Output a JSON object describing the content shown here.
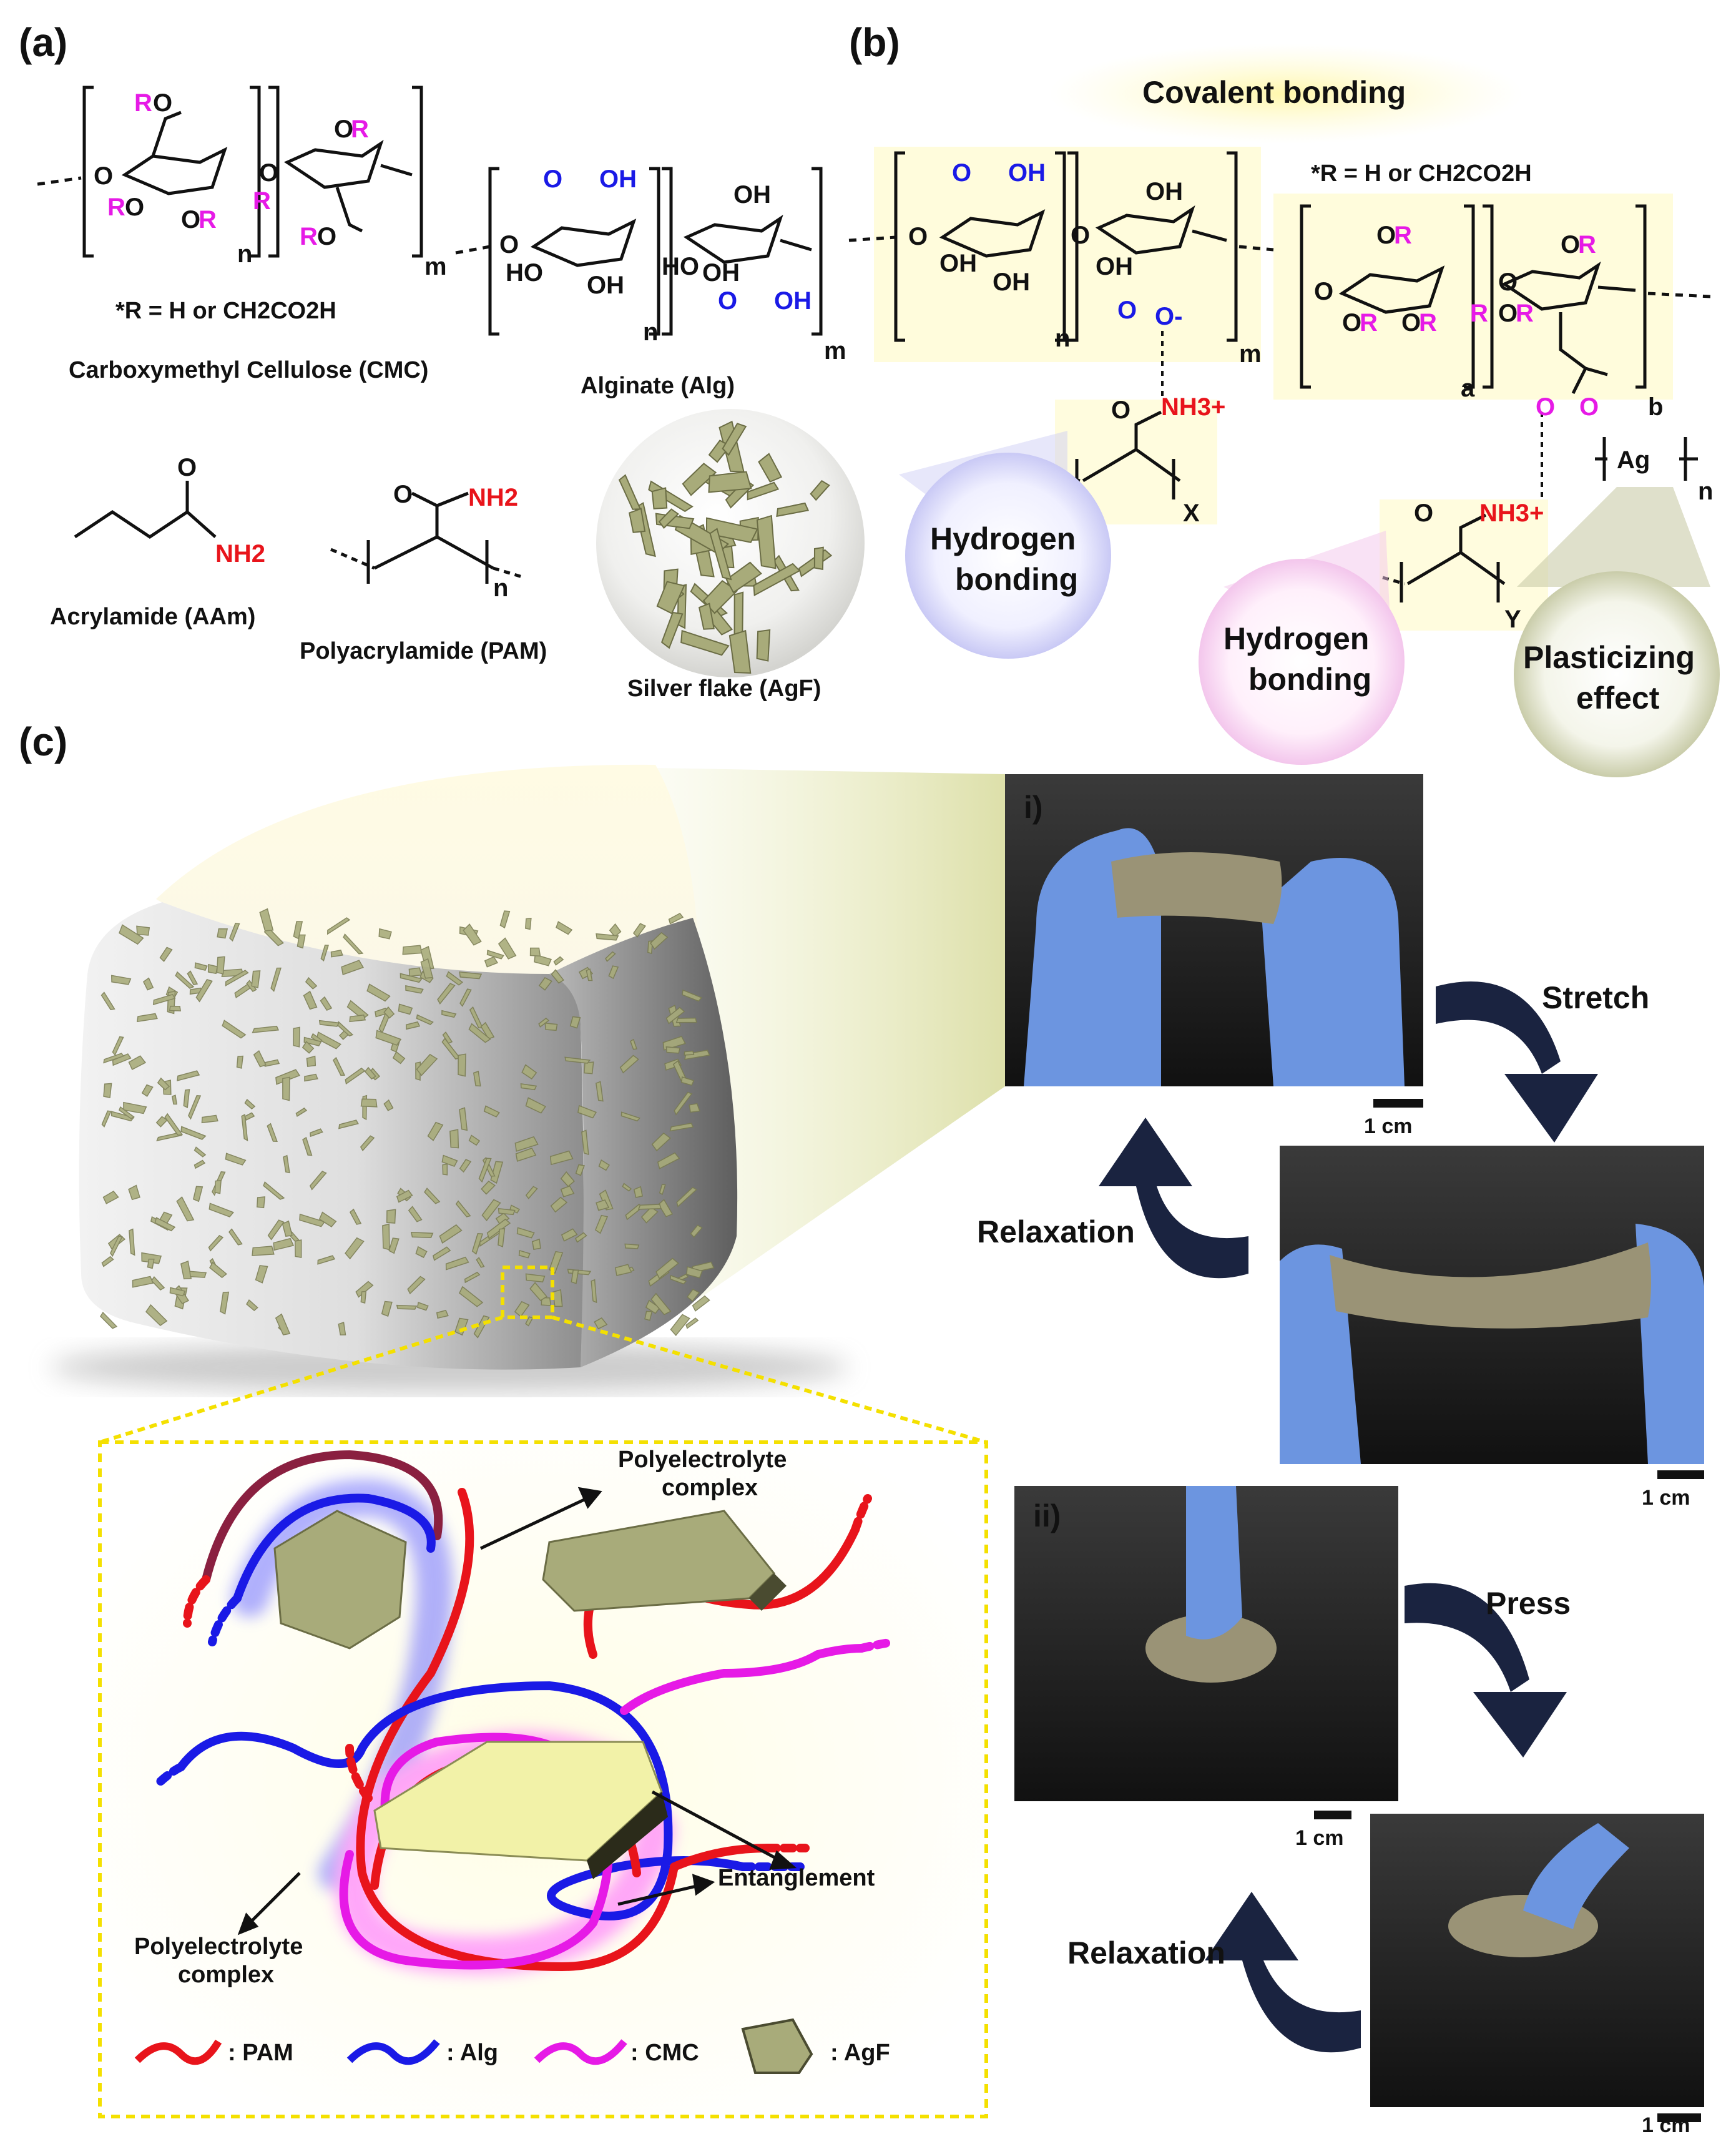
{
  "panels": {
    "a": "(a)",
    "b": "(b)",
    "c": "(c)"
  },
  "panel_a": {
    "cmc_r_note": "*R = H or CH2CO2H",
    "cmc_label": "Carboxymethyl Cellulose (CMC)",
    "alg_label": "Alginate (Alg)",
    "aam_label": "Acrylamide (AAm)",
    "pam_label": "Polyacrylamide (PAM)",
    "agf_label": "Silver flake (AgF)",
    "nh2": "NH2",
    "o": "O",
    "oh": "OH",
    "ho": "HO",
    "ro": "RO",
    "or": "OR",
    "r": "R",
    "o_atom": "O",
    "n": "n",
    "m": "m"
  },
  "panel_b": {
    "covalent": "Covalent bonding",
    "r_note": "*R = H or CH2CO2H",
    "hbond_1_line1": "Hydrogen",
    "hbond_1_line2": "bonding",
    "hbond_2_line1": "Hydrogen",
    "hbond_2_line2": "bonding",
    "plast_line1": "Plasticizing",
    "plast_line2": "effect",
    "ag": "Ag",
    "nh3": "NH3+",
    "o_minus": "O-",
    "x": "X",
    "y": "Y",
    "a": "a",
    "b": "b",
    "n": "n",
    "m": "m"
  },
  "panel_c": {
    "photo_i": "i)",
    "photo_ii": "ii)",
    "stretch": "Stretch",
    "relaxation_1": "Relaxation",
    "press": "Press",
    "relaxation_2": "Relaxation",
    "scale": "1 cm",
    "pec_top_line1": "Polyelectrolyte",
    "pec_top_line2": "complex",
    "pec_bottom_line1": "Polyelectrolyte",
    "pec_bottom_line2": "complex",
    "entanglement": "Entanglement",
    "legend": [
      {
        "label": ": PAM",
        "color": "#e8141b"
      },
      {
        "label": ": Alg",
        "color": "#1a1ae6"
      },
      {
        "label": ": CMC",
        "color": "#e61ae6"
      },
      {
        "label": ": AgF",
        "color": "#a8ab7a"
      }
    ]
  },
  "colors": {
    "pam": "#e8141b",
    "alg": "#1a1ae6",
    "cmc": "#e61ae6",
    "agf": "#a8ab7a",
    "dash": "#f4e000"
  }
}
